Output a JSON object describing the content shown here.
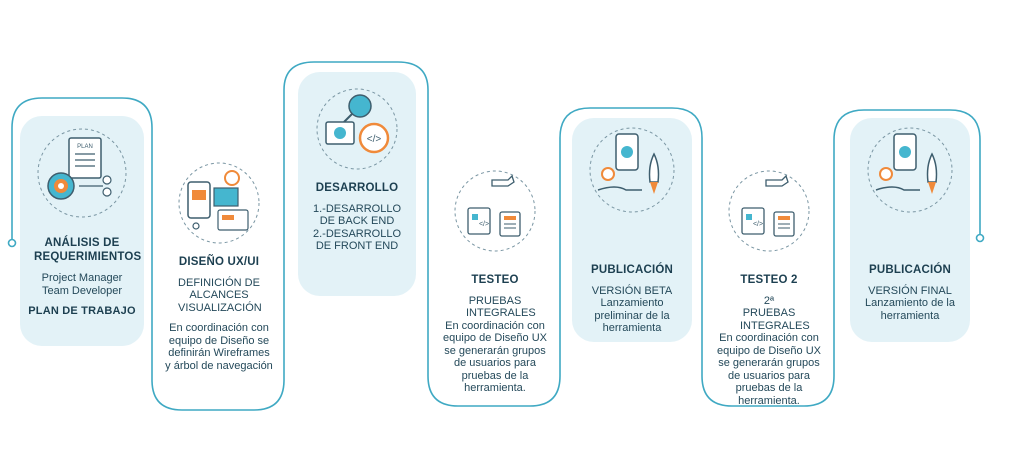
{
  "steps": [
    {
      "title": "ANÁLISIS DE REQUERIMIENTOS",
      "subtitle": "Project Manager\nTeam Developer",
      "extra": "PLAN DE TRABAJO",
      "icon": "plan-icon"
    },
    {
      "title": "DISEÑO UX/UI",
      "subtitle": "DEFINICIÓN DE ALCANCES VISUALIZACIÓN",
      "extra": "En coordinación con equipo de Diseño se definirán Wireframes y árbol de navegación",
      "icon": "design-icon"
    },
    {
      "title": "DESARROLLO",
      "subtitle": "1.-DESARROLLO DE BACK END\n2.-DESARROLLO DE FRONT END",
      "extra": "",
      "icon": "code-icon"
    },
    {
      "title": "TESTEO",
      "subtitle": "PRUEBAS INTEGRALES",
      "extra": "En coordinación con equipo de Diseño UX se generarán grupos de usuarios para pruebas de la herramienta.",
      "icon": "testing-icon"
    },
    {
      "title": "PUBLICACIÓN",
      "subtitle": "VERSIÓN BETA\nLanzamiento preliminar de la herramienta",
      "extra": "",
      "icon": "rocket-app-icon"
    },
    {
      "title": "TESTEO 2",
      "subtitle": "2ª PRUEBAS INTEGRALES",
      "extra": "En coordinación con equipo de Diseño UX se generarán grupos de usuarios para pruebas de la herramienta.",
      "icon": "testing-icon"
    },
    {
      "title": "PUBLICACIÓN",
      "subtitle": "VERSIÓN FINAL\nLanzamiento de la herramienta",
      "extra": "",
      "icon": "rocket-app-icon"
    }
  ],
  "colors": {
    "line": "#3fa9c3",
    "panel": "#e3f2f7",
    "icon": "#3e5e6e",
    "accent": "#45b6cf",
    "orange": "#f08a3a"
  }
}
